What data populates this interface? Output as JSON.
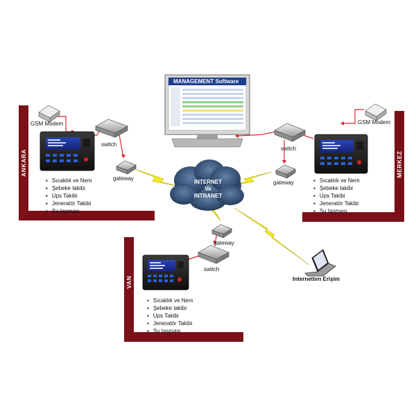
{
  "management": {
    "title": "MANAGEMENT Software"
  },
  "cloud": {
    "line1": "INTERNET",
    "line2": "Ve",
    "line3": "INTRANET"
  },
  "internet_access": "Internetten Erişim",
  "sites": {
    "ankara": {
      "name": "ANKARA",
      "gsm": "GSM Modem",
      "switch": "switch",
      "gateway": "gateway",
      "features": [
        "Sıcaklık ve Nem",
        "Şebeke takibi",
        "Ups Takibi",
        "Jeneratör Takibi",
        "Su taşması"
      ]
    },
    "merkez": {
      "name": "MERKEZ",
      "gsm": "GSM Modem",
      "switch": "switch",
      "gateway": "gateway",
      "features": [
        "Sıcaklık ve Nem",
        "Şebeke takibi",
        "Ups Takibi",
        "Jeneratör Takibi",
        "Su taşması"
      ]
    },
    "van": {
      "name": "VAN",
      "switch": "switch",
      "gateway": "gateway",
      "features": [
        "Sıcaklık ve Nem",
        "Şebeke takibi",
        "Ups Takibi",
        "Jeneratör Takibi",
        "Su taşması"
      ]
    }
  },
  "colors": {
    "border": "#7a1018",
    "screen": "#1b2d8c",
    "cloud": "#2f4b6e",
    "bolt": "#f5ec1c",
    "link": "#d8262e"
  }
}
